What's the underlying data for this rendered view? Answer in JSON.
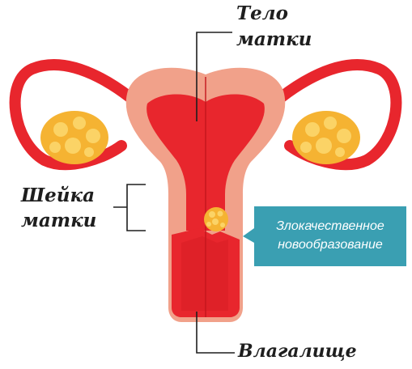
{
  "labels": {
    "uterus_body": [
      "Тело",
      "матки"
    ],
    "cervix": [
      "Шейка",
      "матки"
    ],
    "vagina": "Влагалище"
  },
  "callout": {
    "lines": [
      "Злокачественное",
      "новообразование"
    ],
    "color": "#3a9fb2"
  },
  "colors": {
    "uterus_outer": "#f1a18a",
    "uterus_red": "#e8262d",
    "ovary": "#f5b332",
    "ovary_follicle": "#fbd366",
    "tumor": "#f5b332",
    "leader_line": "#1e1e1e"
  },
  "icons": [
    "ovary-left-icon",
    "ovary-right-icon",
    "tumor-icon"
  ]
}
